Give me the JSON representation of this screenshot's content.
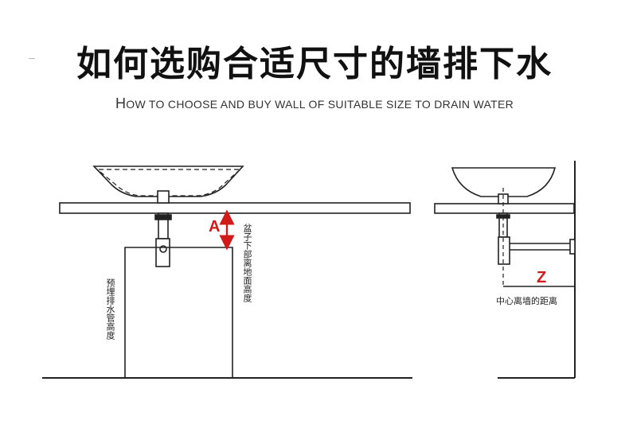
{
  "title": "如何选购合适尺寸的墙排下水",
  "subtitle": {
    "first_letter": "H",
    "rest": "OW TO CHOOSE AND BUY WALL OF SUITABLE SIZE TO DRAIN WATER"
  },
  "labels": {
    "marker_a": "A",
    "basin_height": "盆子下部离地面高度",
    "pipe_height": "预埋排水管高度",
    "marker_z": "Z",
    "wall_distance": "中心离墙的距离"
  },
  "colors": {
    "accent": "#d11a1a",
    "line": "#222222"
  }
}
